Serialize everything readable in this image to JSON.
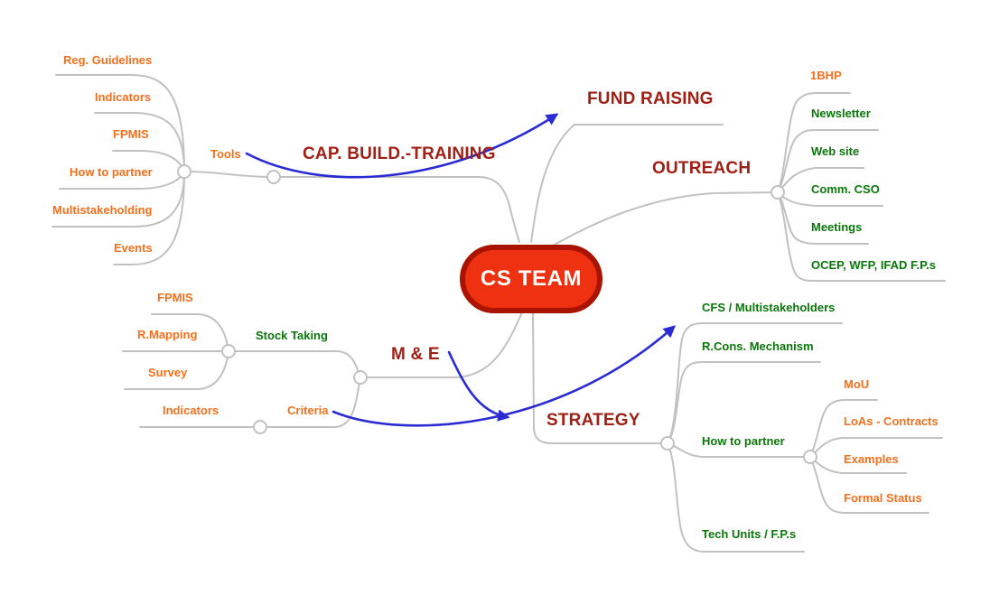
{
  "colors": {
    "center_fill": "#ee3110",
    "center_border": "#a91300",
    "center_text": "#ffffff",
    "topic_text": "#a02015",
    "orange_text": "#f4701d",
    "green_text": "#0a770a",
    "connector_gray": "#c1c1c1",
    "arrow_blue": "#2b2bd4"
  },
  "mindmap": {
    "center": {
      "label": "CS TEAM"
    },
    "branches": [
      {
        "label": "CAP. BUILD.-TRAINING",
        "children": [
          {
            "label": "Tools",
            "children": [
              {
                "label": "Reg. Guidelines"
              },
              {
                "label": "Indicators"
              },
              {
                "label": "FPMIS"
              },
              {
                "label": "How to partner"
              },
              {
                "label": "Multistakeholding"
              },
              {
                "label": "Events"
              }
            ]
          }
        ]
      },
      {
        "label": "FUND RAISING",
        "children": []
      },
      {
        "label": "OUTREACH",
        "children": [
          {
            "label": "1BHP"
          },
          {
            "label": "Newsletter"
          },
          {
            "label": "Web site"
          },
          {
            "label": "Comm. CSO"
          },
          {
            "label": "Meetings"
          },
          {
            "label": "OCEP, WFP, IFAD F.P.s"
          }
        ]
      },
      {
        "label": "M & E",
        "children": [
          {
            "label": "Stock Taking",
            "children": [
              {
                "label": "FPMIS"
              },
              {
                "label": "R.Mapping"
              },
              {
                "label": "Survey"
              }
            ]
          },
          {
            "label": "Criteria",
            "children": [
              {
                "label": "Indicators"
              }
            ]
          }
        ]
      },
      {
        "label": "STRATEGY",
        "children": [
          {
            "label": "CFS / Multistakeholders"
          },
          {
            "label": "R.Cons. Mechanism"
          },
          {
            "label": "How to partner",
            "children": [
              {
                "label": "MoU"
              },
              {
                "label": "LoAs - Contracts"
              },
              {
                "label": "Examples"
              },
              {
                "label": "Formal Status"
              }
            ]
          },
          {
            "label": "Tech Units / F.P.s"
          }
        ]
      }
    ],
    "cross_links": [
      {
        "from": "Tools",
        "to": "FUND RAISING"
      },
      {
        "from": "M & E",
        "to": "STRATEGY"
      },
      {
        "from": "Criteria",
        "to": "CFS / Multistakeholders"
      }
    ]
  }
}
